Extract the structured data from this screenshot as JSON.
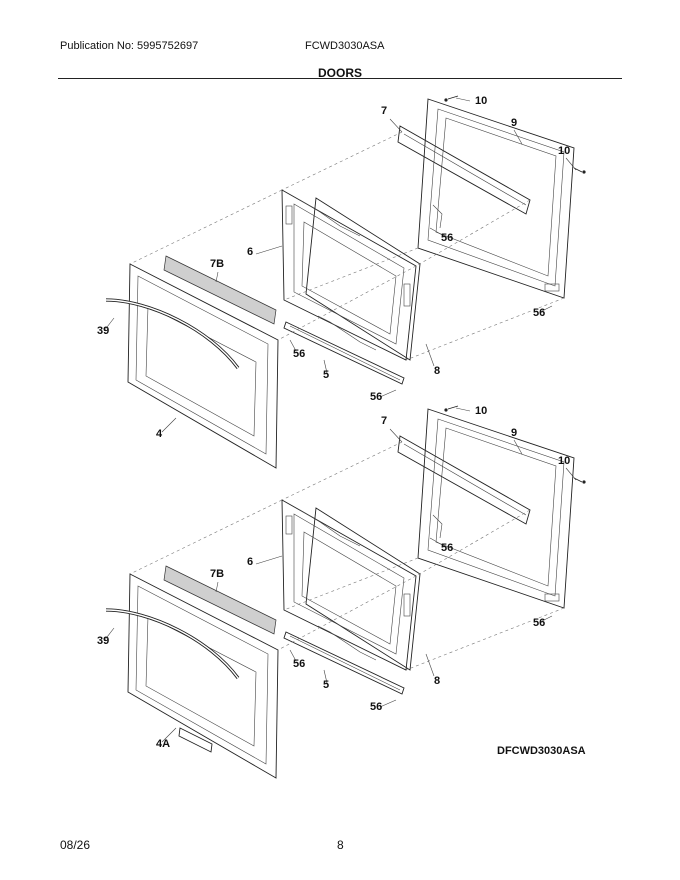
{
  "header": {
    "publication": "Publication No: 5995752697",
    "model": "FCWD3030ASA",
    "section_title": "DOORS"
  },
  "diagram": {
    "code": "DFCWD3030ASA",
    "upper_labels": [
      "10",
      "7",
      "9",
      "10",
      "56",
      "6",
      "7B",
      "39",
      "56",
      "56",
      "5",
      "8",
      "56",
      "4"
    ],
    "lower_labels": [
      "10",
      "7",
      "9",
      "10",
      "56",
      "6",
      "7B",
      "39",
      "56",
      "56",
      "5",
      "8",
      "56",
      "4A"
    ]
  },
  "footer": {
    "date": "08/26",
    "page": "8"
  }
}
